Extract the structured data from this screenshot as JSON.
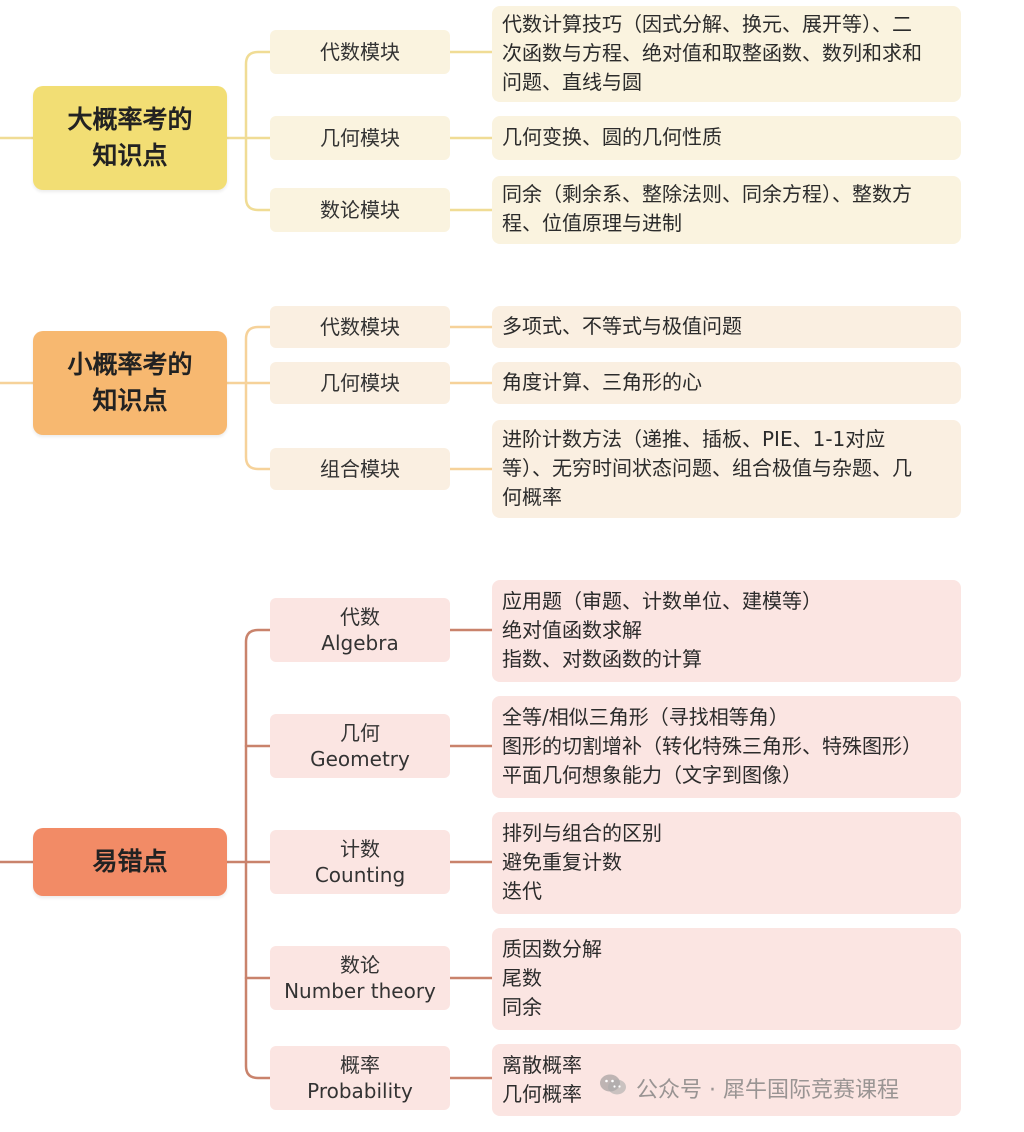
{
  "colors": {
    "yellow_root": "#f2de74",
    "orange_root": "#f7b870",
    "red_root": "#f28b66",
    "yellow_line": "#f0dc95",
    "orange_line": "#f6d29a",
    "red_line": "#c9836c"
  },
  "sections": [
    {
      "root": "大概率考的知识点",
      "root_lines": [
        "大概率考的",
        "知识点"
      ],
      "branches": [
        {
          "label": "代数模块",
          "details": [
            "代数计算技巧（因式分解、换元、展开等）、二",
            "次函数与方程、绝对值和取整函数、数列和求和",
            "问题、直线与圆"
          ]
        },
        {
          "label": "几何模块",
          "details": [
            "几何变换、圆的几何性质"
          ]
        },
        {
          "label": "数论模块",
          "details": [
            "同余（剩余系、整除法则、同余方程）、整数方",
            "程、位值原理与进制"
          ]
        }
      ]
    },
    {
      "root": "小概率考的知识点",
      "root_lines": [
        "小概率考的",
        "知识点"
      ],
      "branches": [
        {
          "label": "代数模块",
          "details": [
            "多项式、不等式与极值问题"
          ]
        },
        {
          "label": "几何模块",
          "details": [
            "角度计算、三角形的心"
          ]
        },
        {
          "label": "组合模块",
          "details": [
            "进阶计数方法（递推、插板、PIE、1-1对应",
            "等）、无穷时间状态问题、组合极值与杂题、几",
            "何概率"
          ]
        }
      ]
    },
    {
      "root": "易错点",
      "root_lines": [
        "易错点"
      ],
      "branches": [
        {
          "label": "代数",
          "label_en": "Algebra",
          "details": [
            "应用题（审题、计数单位、建模等）",
            "绝对值函数求解",
            "指数、对数函数的计算"
          ]
        },
        {
          "label": "几何",
          "label_en": "Geometry",
          "details": [
            "全等/相似三角形（寻找相等角）",
            "图形的切割增补（转化特殊三角形、特殊图形）",
            "平面几何想象能力（文字到图像）"
          ]
        },
        {
          "label": "计数",
          "label_en": "Counting",
          "details": [
            "排列与组合的区别",
            "避免重复计数",
            "迭代"
          ]
        },
        {
          "label": "数论",
          "label_en": "Number theory",
          "details": [
            "质因数分解",
            "尾数",
            "同余"
          ]
        },
        {
          "label": "概率",
          "label_en": "Probability",
          "details": [
            "离散概率",
            "几何概率"
          ]
        }
      ]
    }
  ],
  "watermark": {
    "icon": "wechat-icon",
    "text": "公众号 · 犀牛国际竞赛课程"
  }
}
